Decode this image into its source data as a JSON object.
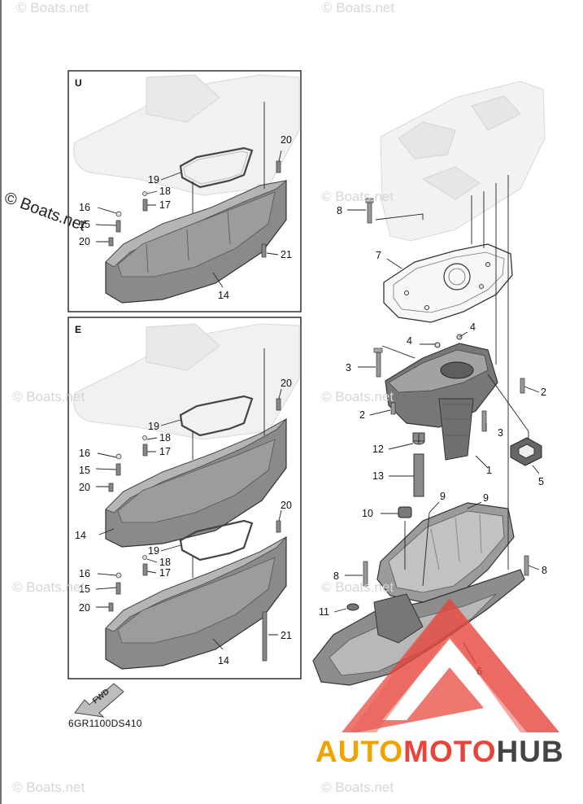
{
  "watermark": "© Boats.net",
  "panels": [
    {
      "letter": "U",
      "labels": [
        "20",
        "19",
        "16",
        "15",
        "18",
        "17",
        "20",
        "21",
        "14"
      ]
    },
    {
      "letter": "E",
      "labels": [
        "20",
        "19",
        "18",
        "17",
        "16",
        "15",
        "20",
        "14",
        "20",
        "19",
        "18",
        "17",
        "16",
        "15",
        "20",
        "21",
        "14"
      ]
    }
  ],
  "main_labels": [
    "8",
    "7",
    "4",
    "4",
    "3",
    "2",
    "2",
    "3",
    "12",
    "1",
    "5",
    "13",
    "9",
    "9",
    "10",
    "8",
    "8",
    "11",
    "6"
  ],
  "fwd_label": "FWD",
  "part_code": "6GR1100DS410",
  "logo": {
    "part1": "AUTO",
    "part2": "MOTO",
    "part3": "HUB",
    "color1": "#f0a200",
    "color2": "#e8443a",
    "color3": "#444444"
  }
}
